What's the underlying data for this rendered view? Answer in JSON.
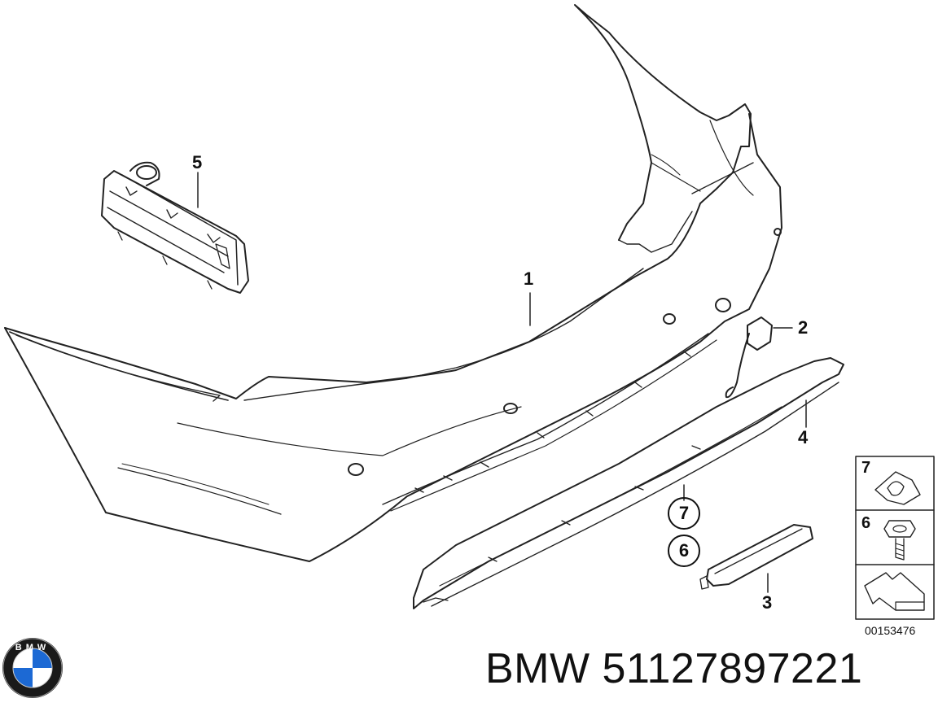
{
  "callouts": {
    "c1": "1",
    "c2": "2",
    "c3": "3",
    "c4": "4",
    "c5": "5",
    "c6_circled": "6",
    "c7_circled": "7"
  },
  "legend": {
    "item7": "7",
    "item6": "6"
  },
  "diagram_id": "00153476",
  "footer": {
    "logo_text": "BMW",
    "brand_label": "BMW 51127897221"
  },
  "colors": {
    "line": "#222222",
    "logo_blue": "#1c69d4",
    "logo_ring": "#1a1a1a"
  }
}
